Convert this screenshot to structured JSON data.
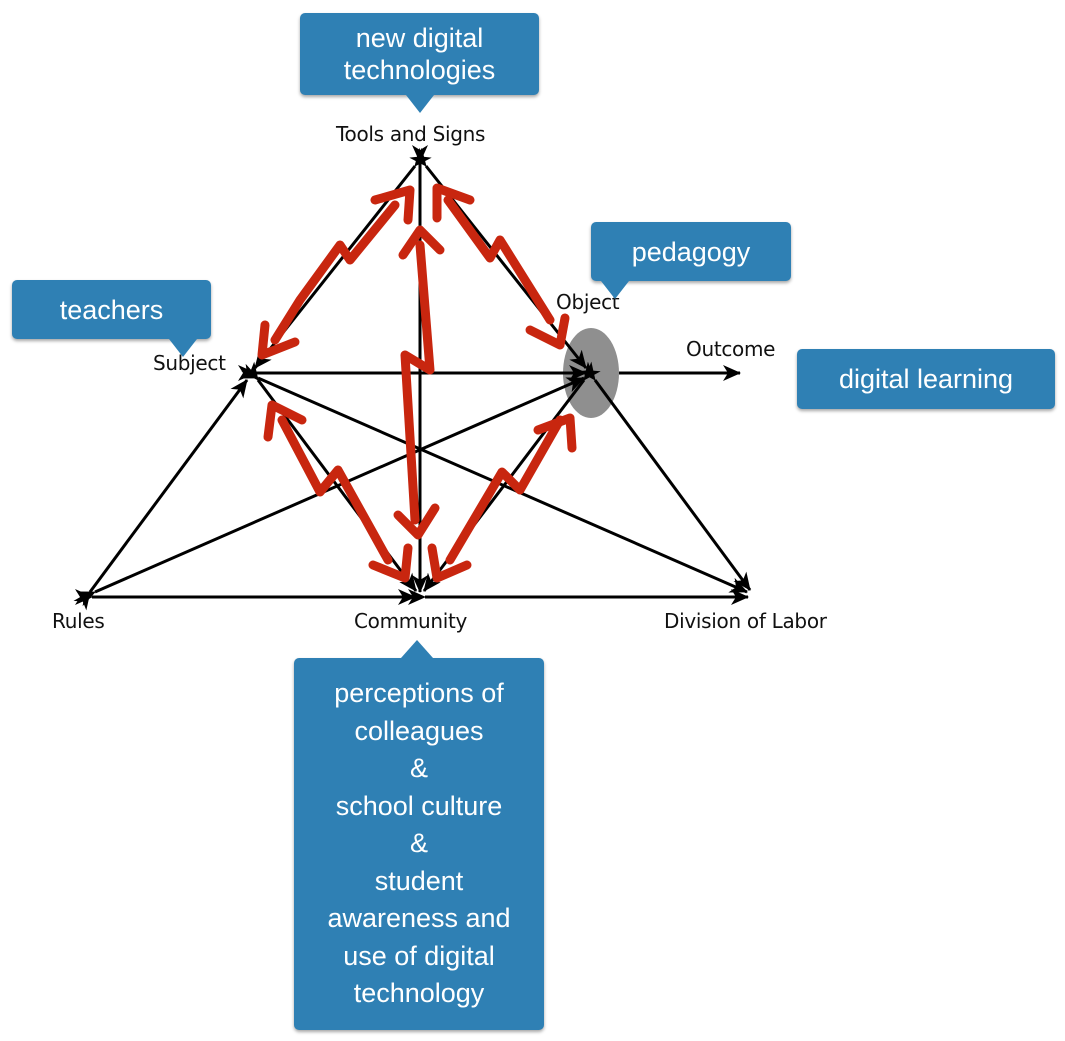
{
  "diagram": {
    "title": "Activity theory triangle",
    "nodes": {
      "tools": "Tools and Signs",
      "subject": "Subject",
      "object": "Object",
      "outcome": "Outcome",
      "rules": "Rules",
      "community": "Community",
      "division": "Division of Labor"
    },
    "callouts": {
      "tools": [
        "new digital",
        "technologies"
      ],
      "subject": [
        "teachers"
      ],
      "object": [
        "pedagogy"
      ],
      "outcome": [
        "digital learning"
      ],
      "community": [
        "perceptions of",
        "colleagues",
        "&",
        "school culture",
        "&",
        "student",
        "awareness and",
        "use of digital",
        "technology"
      ]
    },
    "colors": {
      "callout": "#2f80b4",
      "tension_arrows": "#c8260f",
      "object_ellipse": "#8f8f8f",
      "lines": "#000000"
    }
  }
}
